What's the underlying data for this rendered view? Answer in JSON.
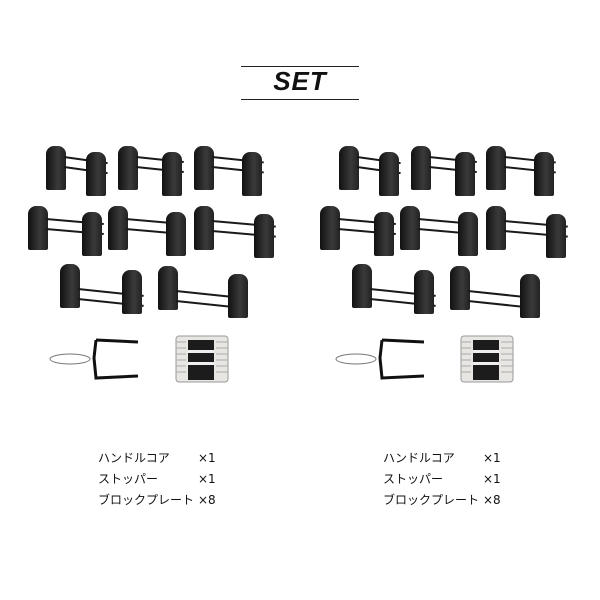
{
  "header": {
    "title": "SET"
  },
  "sets": [
    {
      "items": [
        {
          "name": "ハンドルコア",
          "qty": "×1"
        },
        {
          "name": "ストッパー",
          "qty": "×1"
        },
        {
          "name": "ブロックプレート",
          "qty": "×8"
        }
      ]
    },
    {
      "items": [
        {
          "name": "ハンドルコア",
          "qty": "×1"
        },
        {
          "name": "ストッパー",
          "qty": "×1"
        },
        {
          "name": "ブロックプレート",
          "qty": "×8"
        }
      ]
    }
  ],
  "colors": {
    "plate": "#222222",
    "background": "#ffffff",
    "text": "#111111"
  }
}
